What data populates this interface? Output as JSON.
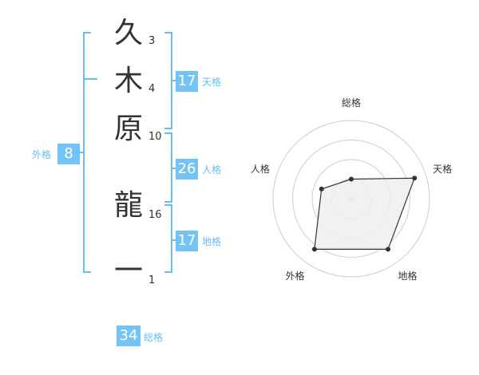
{
  "name": {
    "chars": [
      {
        "char": "久",
        "strokes": "3"
      },
      {
        "char": "木",
        "strokes": "4"
      },
      {
        "char": "原",
        "strokes": "10"
      },
      {
        "char": "龍",
        "strokes": "16"
      },
      {
        "char": "一",
        "strokes": "1"
      }
    ]
  },
  "kakusu": {
    "tenkaku": {
      "value": "17",
      "label": "天格"
    },
    "jinkaku": {
      "value": "26",
      "label": "人格"
    },
    "chikaku": {
      "value": "17",
      "label": "地格"
    },
    "gaikaku": {
      "value": "8",
      "label": "外格"
    },
    "soukaku": {
      "value": "34",
      "label": "総格"
    }
  },
  "chart_data": {
    "type": "radar",
    "axes": [
      "総格",
      "天格",
      "地格",
      "外格",
      "人格"
    ],
    "values": [
      0.25,
      0.85,
      0.8,
      0.8,
      0.4
    ],
    "range": [
      0,
      1
    ],
    "rings": 4,
    "grid": true,
    "colors": {
      "fill": "#eeeeee",
      "stroke": "#333333",
      "grid": "#cccccc",
      "point": "#333333"
    }
  },
  "colors": {
    "accent": "#74c3f5",
    "bracket": "#66bdf2",
    "text": "#333333"
  }
}
